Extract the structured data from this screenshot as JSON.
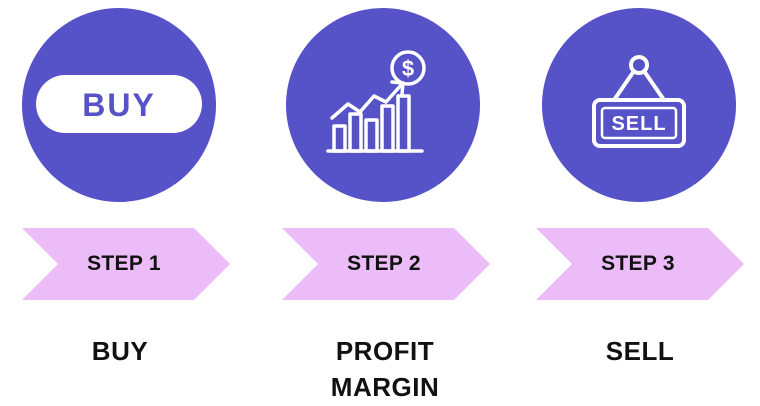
{
  "colors": {
    "circle": "#5652c8",
    "chevron": "#ebbcf7",
    "icon_line": "#ffffff",
    "text": "#111111"
  },
  "steps": [
    {
      "icon": "buy-pill-icon",
      "icon_text": "BUY",
      "step_label": "STEP 1",
      "title_lines": [
        "BUY"
      ]
    },
    {
      "icon": "profit-chart-icon",
      "icon_text": "$",
      "step_label": "STEP 2",
      "title_lines": [
        "PROFIT",
        "MARGIN"
      ]
    },
    {
      "icon": "sell-sign-icon",
      "icon_text": "SELL",
      "step_label": "STEP 3",
      "title_lines": [
        "SELL"
      ]
    }
  ]
}
